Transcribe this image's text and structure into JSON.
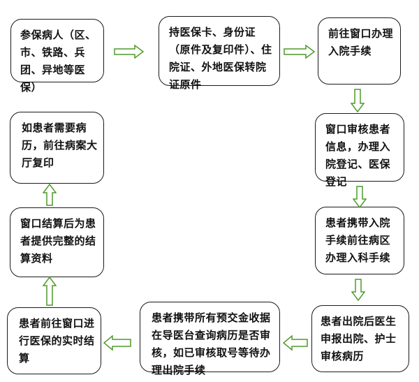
{
  "diagram": {
    "type": "flowchart",
    "title": "",
    "colors": {
      "arrow": "#4e9a2a",
      "box_border": "#1a1a1a",
      "text": "#111111"
    },
    "nodes": [
      {
        "id": "n1",
        "text": "参保病人（区、市、铁路、兵团、异地等医保）"
      },
      {
        "id": "n2",
        "text": "持医保卡、身份证（原件及复印件）、住院证、外地医保转院证原件"
      },
      {
        "id": "n3",
        "text": "前往窗口办理入院手续"
      },
      {
        "id": "n4",
        "text": "窗口审核患者信息，办理入院登记、医保登记"
      },
      {
        "id": "n5",
        "text": "患者携带入院手续前往病区办理入科手续"
      },
      {
        "id": "n6",
        "text": "患者出院后医生申报出院、护士审核病历"
      },
      {
        "id": "n7",
        "text": "患者携带所有预交金收据在导医台查询病历是否审核，如已审核取号等待办理出院手续"
      },
      {
        "id": "n8",
        "text": "患者前往窗口进行医保的实时结算"
      },
      {
        "id": "n9",
        "text": "窗口结算后为患者提供完整的结算资料"
      },
      {
        "id": "n10",
        "text": "如患者需要病历，前往病案大厅复印"
      }
    ],
    "edges": [
      {
        "from": "n1",
        "to": "n2",
        "direction": "right"
      },
      {
        "from": "n2",
        "to": "n3",
        "direction": "right"
      },
      {
        "from": "n3",
        "to": "n4",
        "direction": "down"
      },
      {
        "from": "n4",
        "to": "n5",
        "direction": "down"
      },
      {
        "from": "n5",
        "to": "n6",
        "direction": "down"
      },
      {
        "from": "n6",
        "to": "n7",
        "direction": "left"
      },
      {
        "from": "n7",
        "to": "n8",
        "direction": "left"
      },
      {
        "from": "n8",
        "to": "n9",
        "direction": "up"
      },
      {
        "from": "n9",
        "to": "n10",
        "direction": "up"
      }
    ]
  }
}
